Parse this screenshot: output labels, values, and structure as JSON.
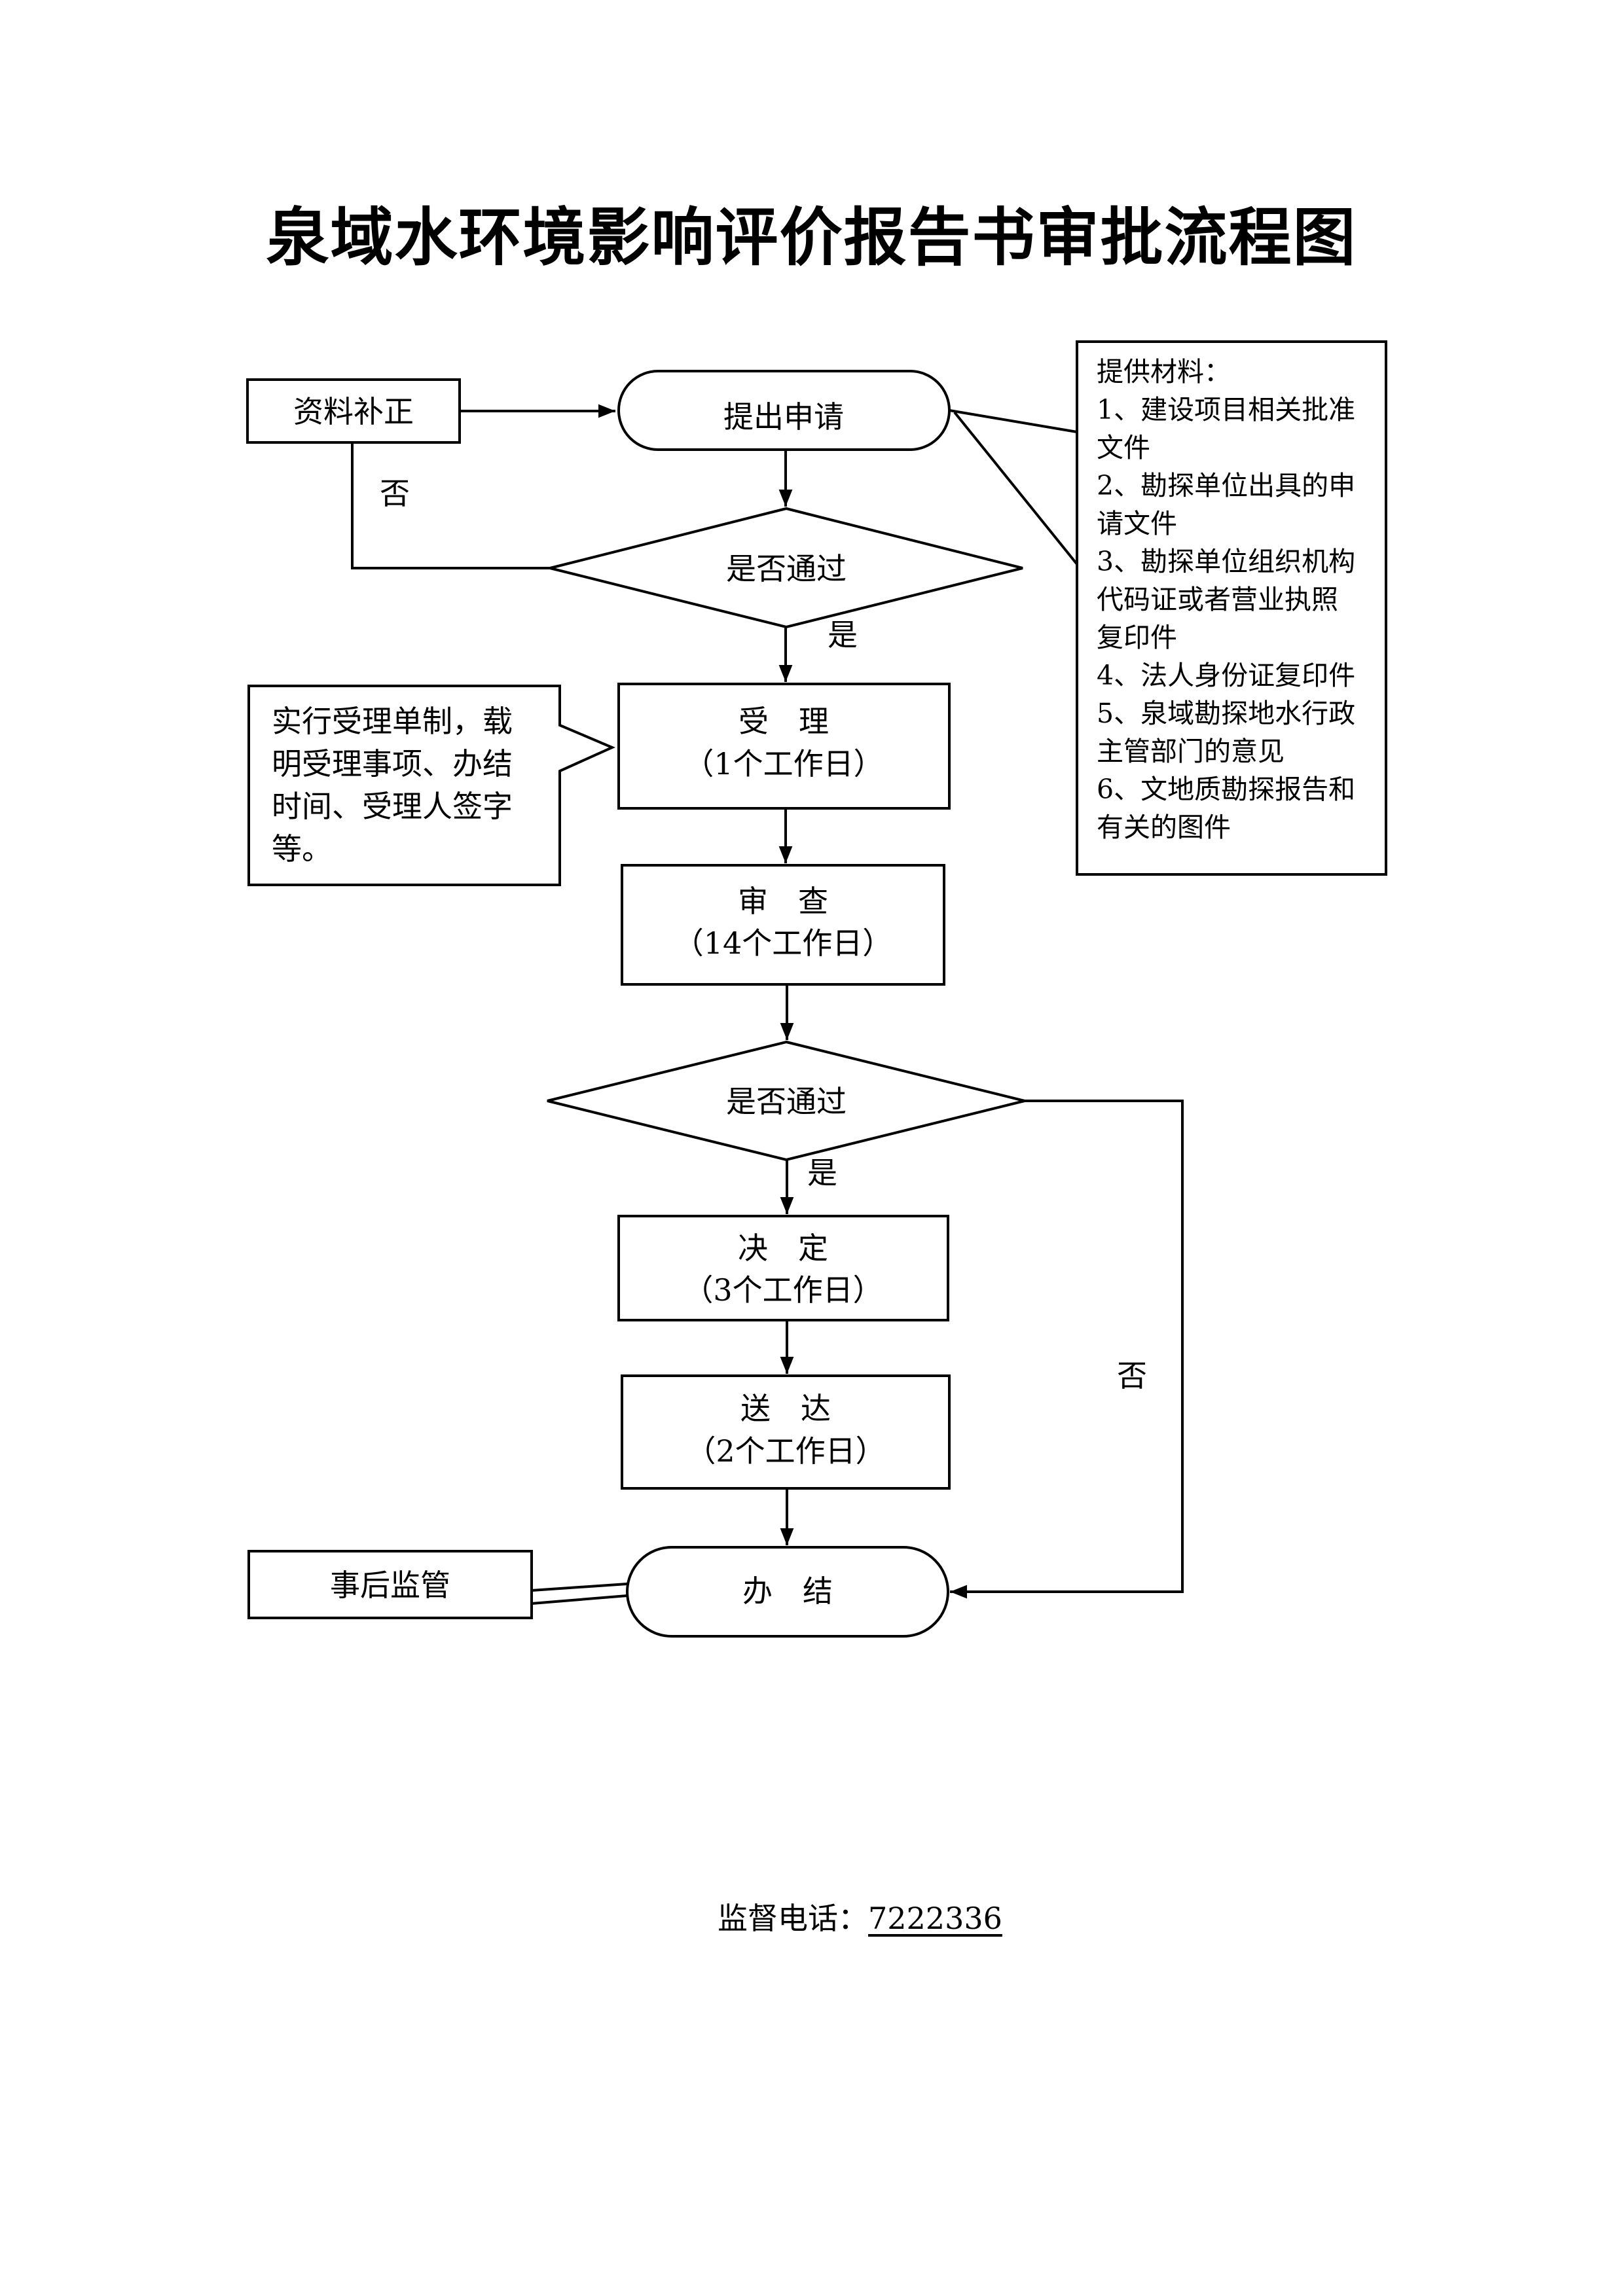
{
  "title": "泉域水环境影响评价报告书审批流程图",
  "nodes": {
    "supplement": "资料补正",
    "apply": "提出申请",
    "check1": "是否通过",
    "accept": {
      "line1": "受　理",
      "line2": "（1个工作日）"
    },
    "review": {
      "line1": "审　查",
      "line2": "（14个工作日）"
    },
    "check2": "是否通过",
    "decide": {
      "line1": "决　定",
      "line2": "（3个工作日）"
    },
    "deliver": {
      "line1": "送　达",
      "line2": "（2个工作日）"
    },
    "finish": "办　结",
    "supervise": "事后监管"
  },
  "edge_labels": {
    "no1": "否",
    "yes1": "是",
    "yes2": "是",
    "no2": "否"
  },
  "notes": {
    "acceptance": [
      "实行受理单制，载",
      "明受理事项、办结",
      "时间、受理人签字",
      "等。"
    ],
    "materials": [
      "提供材料：",
      "1、建设项目相关批准",
      "文件",
      "2、勘探单位出具的申",
      "请文件",
      "3、勘探单位组织机构",
      "代码证或者营业执照",
      "复印件",
      "4、法人身份证复印件",
      "5、泉域勘探地水行政",
      "主管部门的意见",
      "6、文地质勘探报告和",
      "有关的图件"
    ]
  },
  "footer": {
    "label": "监督电话：",
    "phone": "7222336"
  }
}
